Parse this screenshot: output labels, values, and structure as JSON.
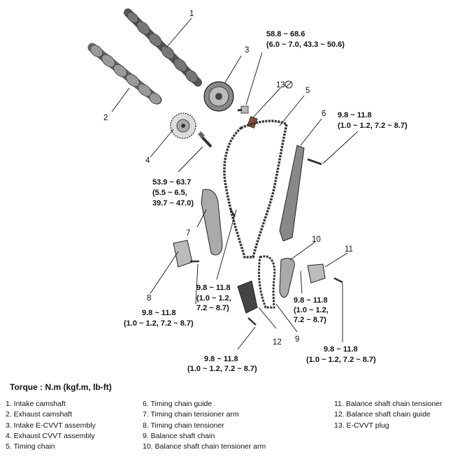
{
  "callouts": {
    "n1": "1",
    "n2": "2",
    "n3": "3",
    "n4": "4",
    "n5": "5",
    "n6": "6",
    "n7": "7",
    "n8": "8",
    "n9": "9",
    "n10": "10",
    "n11": "11",
    "n12": "12",
    "n13": "13"
  },
  "torques": {
    "t3": [
      "58.8 ~ 68.6",
      "(6.0 ~ 7.0, 43.3 ~ 50.6)"
    ],
    "t6": [
      "9.8 ~ 11.8",
      "(1.0 ~ 1.2, 7.2 ~ 8.7)"
    ],
    "t4": [
      "53.9 ~ 63.7",
      "(5.5 ~ 6.5,",
      "39.7 ~ 47.0)"
    ],
    "t7": [
      "9.8 ~ 11.8",
      "(1.0 ~ 1.2,",
      "7.2 ~ 8.7)"
    ],
    "t8": [
      "9.8 ~ 11.8",
      "(1.0 ~ 1.2, 7.2 ~ 8.7)"
    ],
    "t10": [
      "9.8 ~ 11.8",
      "(1.0 ~ 1.2,",
      "7.2 ~ 8.7)"
    ],
    "t12": [
      "9.8 ~ 11.8",
      "(1.0 ~ 1.2, 7.2 ~ 8.7)"
    ],
    "t11": [
      "9.8 ~ 11.8",
      "(1.0 ~ 1.2, 7.2 ~ 8.7)"
    ]
  },
  "legend": {
    "title": "Torque : N.m (kgf.m, lb-ft)",
    "col1": [
      "1. Intake camshaft",
      "2. Exhaust camshaft",
      "3. Intake E-CVVT assembly",
      "4. Exhaust CVVT assembly",
      "5. Timing chain"
    ],
    "col2": [
      "6. Timing chain guide",
      "7. Timing chain tensioner arm",
      "8. Timing chain tensioner",
      "9. Balance shaft chain",
      "10. Balance shaft chain tensioner arm"
    ],
    "col3": [
      "11. Balance shaft chain tensioner",
      "12. Balance shaft chain guide",
      "13. E-CVVT plug"
    ]
  }
}
